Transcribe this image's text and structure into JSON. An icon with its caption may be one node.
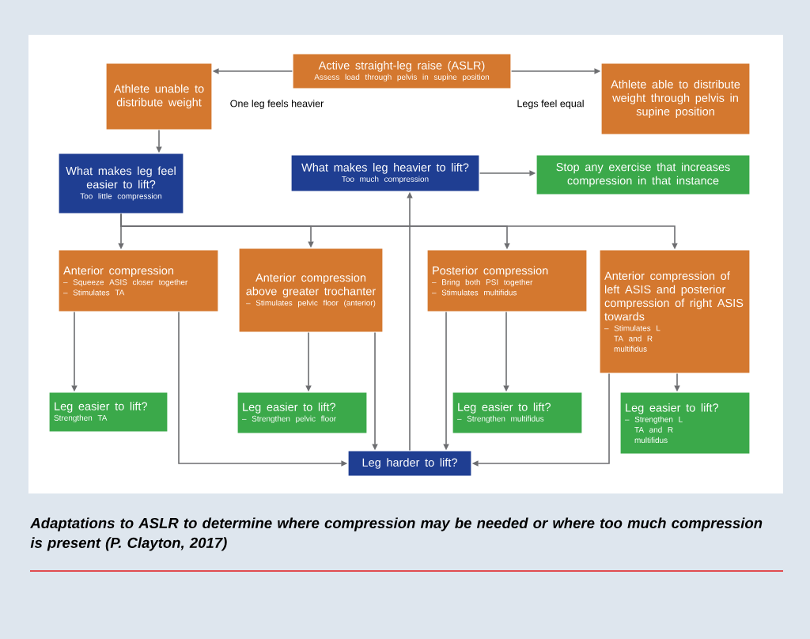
{
  "diagram": {
    "caption": "Adaptations to ASLR to determine where compression may be needed or where too much compression is present (P. Clayton, 2017)",
    "nodes": [
      {
        "text": [
          "Active straight-leg raise (ASLR)",
          "Assess load through pelvis in supine position"
        ]
      },
      {
        "text": [
          "Athlete unable to distribute weight"
        ]
      },
      {
        "text": [
          "Athlete able to distribute weight through pelvis in supine position"
        ]
      },
      {
        "text": [
          "What makes leg feel easier to lift?",
          "Too little compression"
        ]
      },
      {
        "text": [
          "What makes leg heavier to lift?",
          "Too much compression"
        ]
      },
      {
        "text": [
          "Stop any exercise that increases compression in that instance"
        ]
      },
      {
        "text": [
          "Anterior compression",
          "– Squeeze ASIS closer together",
          "– Stimulates TA"
        ]
      },
      {
        "text": [
          "Anterior compression above greater trochanter",
          "– Stimulates pelvic floor (anterior)"
        ]
      },
      {
        "text": [
          "Posterior compression",
          "– Bring both PSI together",
          "– Stimulates multifidus"
        ]
      },
      {
        "text": [
          "Anterior compression of left ASIS and posterior compression of right ASIS towards",
          "– Stimulates L TA and R multifidus"
        ]
      },
      {
        "text": [
          "Leg easier to lift?",
          "Strengthen TA"
        ]
      },
      {
        "text": [
          "Leg easier to lift?",
          "– Strengthen pelvic floor"
        ]
      },
      {
        "text": [
          "Leg easier to lift?",
          "– Strengthen multifidus"
        ]
      },
      {
        "text": [
          "Leg easier to lift?",
          "– Strengthen L TA and R multifidus"
        ]
      },
      {
        "text": [
          "Leg harder to lift?"
        ]
      }
    ],
    "edges": [
      {
        "from": 0,
        "to": 1,
        "arrow": "to",
        "label": "One leg feels heavier"
      },
      {
        "from": 0,
        "to": 2,
        "arrow": "to",
        "label": "Legs feel equal"
      },
      {
        "from": 1,
        "to": 3,
        "arrow": "to"
      },
      {
        "from": 3,
        "to": 6,
        "arrow": "to"
      },
      {
        "from": 3,
        "to": 7,
        "arrow": "to"
      },
      {
        "from": 3,
        "to": 8,
        "arrow": "to"
      },
      {
        "from": 3,
        "to": 9,
        "arrow": "to"
      },
      {
        "from": 6,
        "to": 10,
        "arrow": "to"
      },
      {
        "from": 7,
        "to": 11,
        "arrow": "to"
      },
      {
        "from": 8,
        "to": 12,
        "arrow": "to"
      },
      {
        "from": 9,
        "to": 13,
        "arrow": "to"
      },
      {
        "from": 6,
        "to": 14,
        "arrow": "to"
      },
      {
        "from": 7,
        "to": 14,
        "arrow": "to"
      },
      {
        "from": 8,
        "to": 14,
        "arrow": "to"
      },
      {
        "from": 9,
        "to": 14,
        "arrow": "to"
      },
      {
        "from": 14,
        "to": 4,
        "arrow": "to"
      },
      {
        "from": 4,
        "to": 5,
        "arrow": "to"
      }
    ]
  }
}
